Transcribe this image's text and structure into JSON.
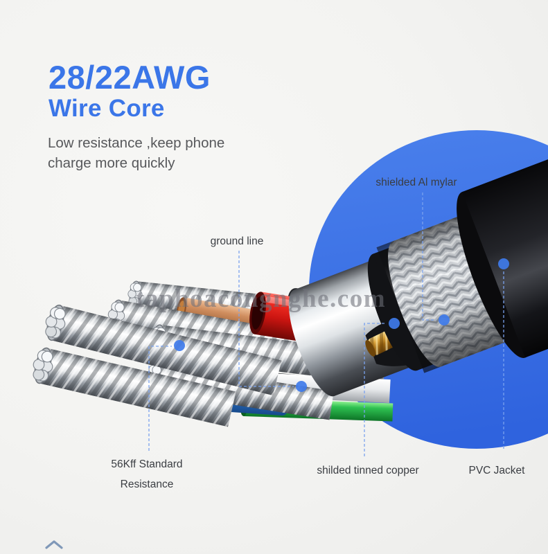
{
  "header": {
    "title": "28/22AWG",
    "subtitle": "Wire Core",
    "description": [
      "Low resistance ,keep phone",
      "charge more quickly"
    ]
  },
  "callouts": {
    "al_mylar": {
      "label": "shielded Al mylar"
    },
    "ground_line": {
      "label": "ground line"
    },
    "resistance": {
      "line1": "56Kff Standard",
      "line2": "Resistance"
    },
    "tinned_copper": {
      "label": "shilded tinned copper"
    },
    "pvc_jacket": {
      "label": "PVC Jacket"
    }
  },
  "watermark": {
    "text": "taphoacongnghe.com"
  },
  "icons": {
    "scroll_up": "chevron-up"
  },
  "colors": {
    "accent_blue": "#3b76e8",
    "callout_blue": "#3f7bea",
    "connector_blue": "#7aa2ee",
    "blob_blue": "#376ee6",
    "description_gray": "#57585b",
    "label_gray": "#3a3d42",
    "background": "#f3f3f1"
  }
}
